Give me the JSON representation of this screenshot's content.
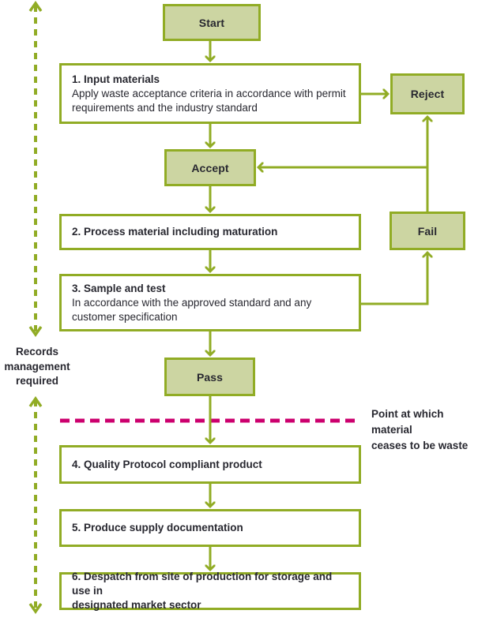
{
  "colors": {
    "line_green": "#91ac25",
    "box_fill_green": "#ccd5a2",
    "waste_line_pink": "#cc006e",
    "text": "#282830",
    "white_box_fill": "#ffffff"
  },
  "nodes": {
    "start": {
      "label": "Start"
    },
    "input": {
      "title": "1. Input materials",
      "desc": "Apply waste acceptance criteria in accordance with permit\nrequirements and the industry standard"
    },
    "reject": {
      "label": "Reject"
    },
    "accept": {
      "label": "Accept"
    },
    "process": {
      "title": "2. Process material including maturation"
    },
    "fail": {
      "label": "Fail"
    },
    "sample": {
      "title": "3. Sample and test",
      "desc": "In accordance with the approved standard and any\ncustomer specification"
    },
    "pass": {
      "label": "Pass"
    },
    "compliant": {
      "title": "4. Quality Protocol compliant product"
    },
    "documentation": {
      "title": "5. Produce supply documentation"
    },
    "despatch": {
      "title": "6. Despatch from site of production for storage and use in\ndesignated market sector"
    }
  },
  "annotations": {
    "records": "Records\nmanagement\nrequired",
    "waste_point": "Point at which material\nceases to be waste"
  }
}
